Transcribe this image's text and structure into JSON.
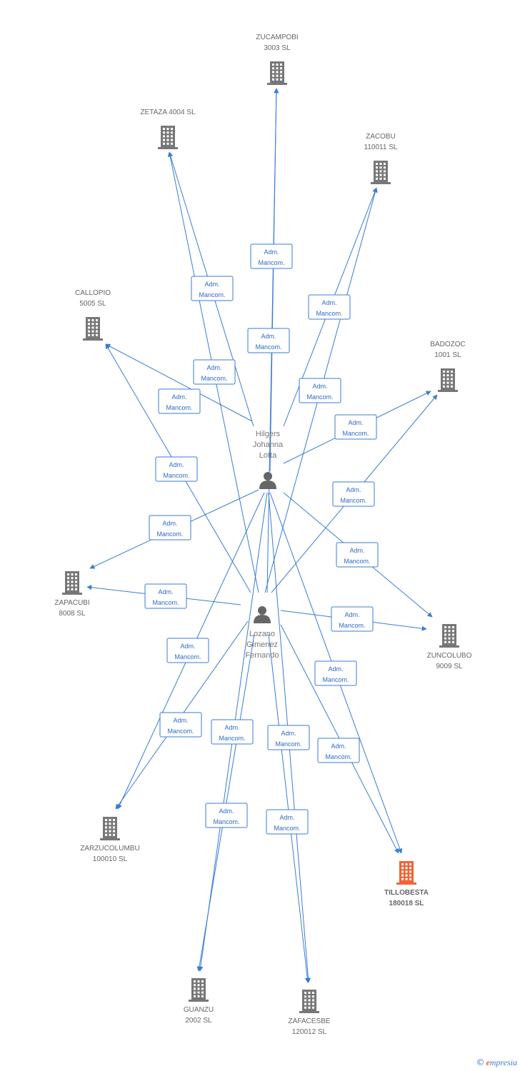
{
  "colors": {
    "edge": "#3a7bd5",
    "company": "#777777",
    "company_highlight": "#f0643a",
    "person": "#666666"
  },
  "persons": [
    {
      "id": "hilgers",
      "lines": [
        "Hilgers",
        "Johanna",
        "Lotta"
      ],
      "icon": "person-icon"
    },
    {
      "id": "lozano",
      "lines": [
        "Lozano",
        "Gimenez",
        "Fernando"
      ],
      "icon": "person-icon"
    }
  ],
  "companies": [
    {
      "id": "zucampobi",
      "lines": [
        "ZUCAMPOBI",
        "3003 SL"
      ],
      "highlight": false,
      "icon": "building-icon"
    },
    {
      "id": "zetaza",
      "lines": [
        "ZETAZA 4004 SL"
      ],
      "highlight": false,
      "icon": "building-icon"
    },
    {
      "id": "zacobu",
      "lines": [
        "ZACOBU",
        "110011 SL"
      ],
      "highlight": false,
      "icon": "building-icon"
    },
    {
      "id": "callopio",
      "lines": [
        "CALLOPIO",
        "5005 SL"
      ],
      "highlight": false,
      "icon": "building-icon"
    },
    {
      "id": "badozoc",
      "lines": [
        "BADOZOC",
        "1001 SL"
      ],
      "highlight": false,
      "icon": "building-icon"
    },
    {
      "id": "zapacubi",
      "lines": [
        "ZAPACUBI",
        "8008 SL"
      ],
      "highlight": false,
      "icon": "building-icon"
    },
    {
      "id": "zuncolubo",
      "lines": [
        "ZUNCOLUBO",
        "9009 SL"
      ],
      "highlight": false,
      "icon": "building-icon"
    },
    {
      "id": "zarzucolumbu",
      "lines": [
        "ZARZUCOLUMBU",
        "100010 SL"
      ],
      "highlight": false,
      "icon": "building-icon"
    },
    {
      "id": "tillobesta",
      "lines": [
        "TILLOBESTA",
        "180018 SL"
      ],
      "highlight": true,
      "icon": "building-icon"
    },
    {
      "id": "guanzu",
      "lines": [
        "GUANZU",
        "2002 SL"
      ],
      "highlight": false,
      "icon": "building-icon"
    },
    {
      "id": "zafacesbe",
      "lines": [
        "ZAFACESBE",
        "120012 SL"
      ],
      "highlight": false,
      "icon": "building-icon"
    }
  ],
  "edge_label": [
    "Adm.",
    "Mancom."
  ],
  "edges": [
    {
      "from": "hilgers",
      "to": "zucampobi",
      "label": [
        "Adm.",
        "Mancom."
      ]
    },
    {
      "from": "hilgers",
      "to": "zetaza",
      "label": [
        "Adm.",
        "Mancom."
      ]
    },
    {
      "from": "hilgers",
      "to": "zacobu",
      "label": [
        "Adm.",
        "Mancom."
      ]
    },
    {
      "from": "hilgers",
      "to": "callopio",
      "label": [
        "Adm.",
        "Mancom."
      ]
    },
    {
      "from": "hilgers",
      "to": "badozoc",
      "label": [
        "Adm.",
        "Mancom."
      ]
    },
    {
      "from": "hilgers",
      "to": "zapacubi",
      "label": [
        "Adm.",
        "Mancom."
      ]
    },
    {
      "from": "hilgers",
      "to": "zuncolubo",
      "label": [
        "Adm.",
        "Mancom."
      ]
    },
    {
      "from": "hilgers",
      "to": "zarzucolumbu",
      "label": [
        "Adm.",
        "Mancom."
      ]
    },
    {
      "from": "hilgers",
      "to": "tillobesta",
      "label": [
        "Adm.",
        "Mancom."
      ]
    },
    {
      "from": "hilgers",
      "to": "guanzu",
      "label": [
        "Adm.",
        "Mancom."
      ]
    },
    {
      "from": "hilgers",
      "to": "zafacesbe",
      "label": [
        "Adm.",
        "Mancom."
      ]
    },
    {
      "from": "lozano",
      "to": "zucampobi",
      "label": [
        "Adm.",
        "Mancom."
      ]
    },
    {
      "from": "lozano",
      "to": "zetaza",
      "label": [
        "Adm.",
        "Mancom."
      ]
    },
    {
      "from": "lozano",
      "to": "zacobu",
      "label": [
        "Adm.",
        "Mancom."
      ]
    },
    {
      "from": "lozano",
      "to": "callopio",
      "label": [
        "Adm.",
        "Mancom."
      ]
    },
    {
      "from": "lozano",
      "to": "badozoc",
      "label": [
        "Adm.",
        "Mancom."
      ]
    },
    {
      "from": "lozano",
      "to": "zapacubi",
      "label": [
        "Adm.",
        "Mancom."
      ]
    },
    {
      "from": "lozano",
      "to": "zuncolubo",
      "label": [
        "Adm.",
        "Mancom."
      ]
    },
    {
      "from": "lozano",
      "to": "zarzucolumbu",
      "label": [
        "Adm.",
        "Mancom."
      ]
    },
    {
      "from": "lozano",
      "to": "tillobesta",
      "label": [
        "Adm.",
        "Mancom."
      ]
    },
    {
      "from": "lozano",
      "to": "guanzu",
      "label": [
        "Adm.",
        "Mancom."
      ]
    },
    {
      "from": "lozano",
      "to": "zafacesbe",
      "label": [
        "Adm.",
        "Mancom."
      ]
    }
  ],
  "footer": {
    "copyright": "©",
    "brand_first": "e",
    "brand_rest": "mpresia"
  }
}
